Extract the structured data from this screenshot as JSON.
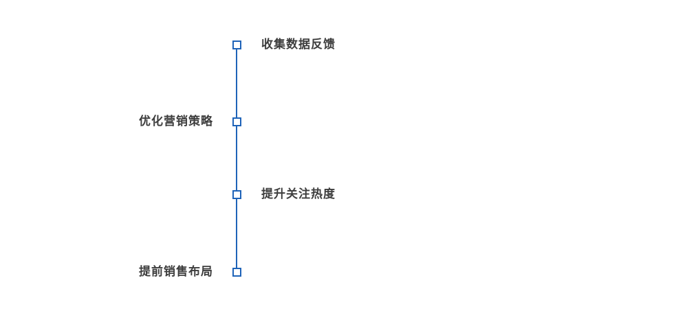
{
  "diagram": {
    "type": "vertical-timeline",
    "accent_color": "#1E63B8",
    "text_color": "#3D3D3D",
    "background_color": "#FFFFFF",
    "items": [
      {
        "label": "收集数据反馈",
        "side": "right"
      },
      {
        "label": "优化营销策略",
        "side": "left"
      },
      {
        "label": "提升关注热度",
        "side": "right"
      },
      {
        "label": "提前销售布局",
        "side": "left"
      }
    ]
  }
}
